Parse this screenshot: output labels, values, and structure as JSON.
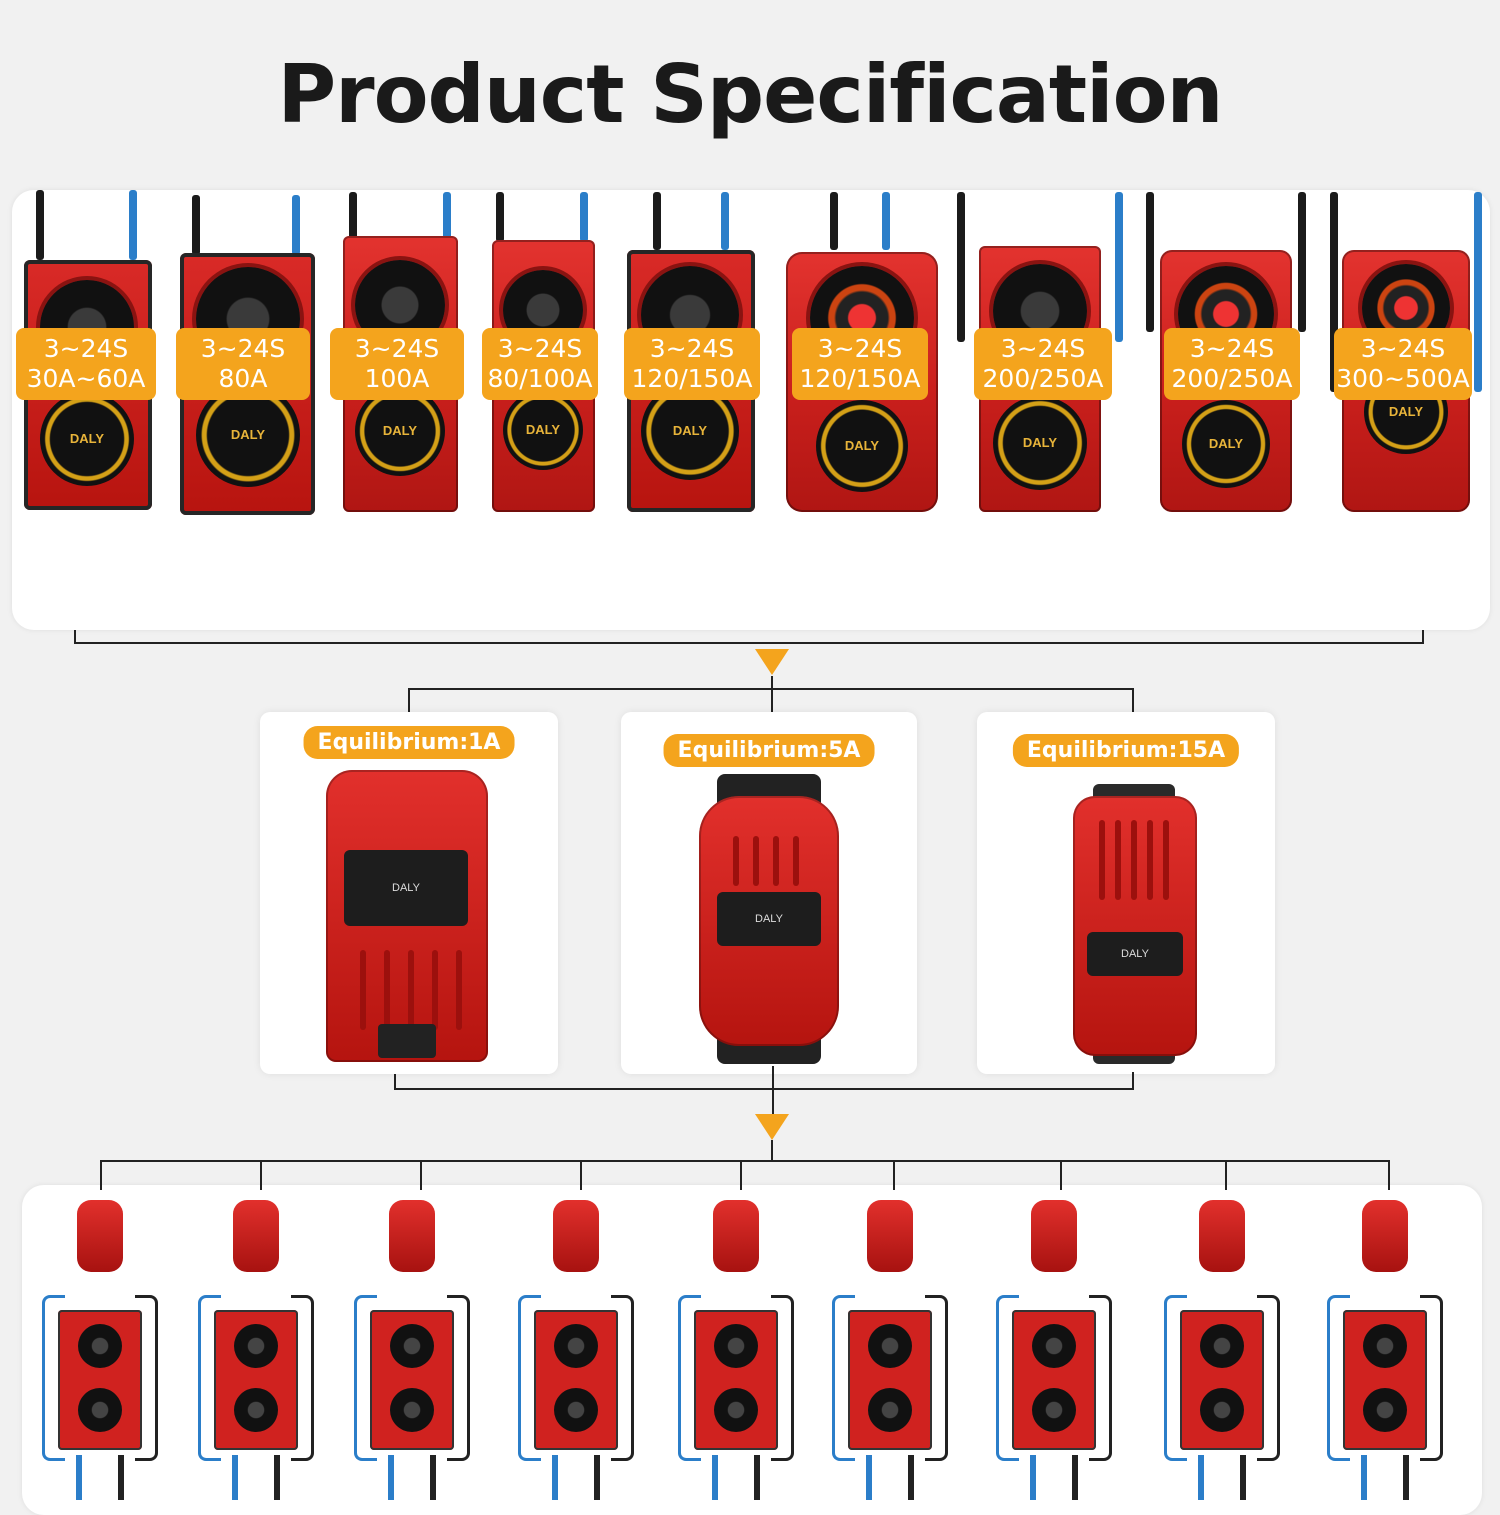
{
  "title": "Product Specification",
  "bms_models": [
    {
      "line1": "3~24S",
      "line2": "30A~60A"
    },
    {
      "line1": "3~24S",
      "line2": "80A"
    },
    {
      "line1": "3~24S",
      "line2": "100A"
    },
    {
      "line1": "3~24S",
      "line2": "80/100A"
    },
    {
      "line1": "3~24S",
      "line2": "120/150A"
    },
    {
      "line1": "3~24S",
      "line2": "120/150A"
    },
    {
      "line1": "3~24S",
      "line2": "200/250A"
    },
    {
      "line1": "3~24S",
      "line2": "200/250A"
    },
    {
      "line1": "3~24S",
      "line2": "300~500A"
    }
  ],
  "equalizers": [
    {
      "label": "Equilibrium:1A"
    },
    {
      "label": "Equilibrium:5A"
    },
    {
      "label": "Equilibrium:15A"
    }
  ],
  "brand": "DALY",
  "colors": {
    "accent": "#f4a41d",
    "product_red": "#d0221f"
  },
  "icons": [
    "arrow-down-icon",
    "fan-icon",
    "daly-logo-icon"
  ]
}
